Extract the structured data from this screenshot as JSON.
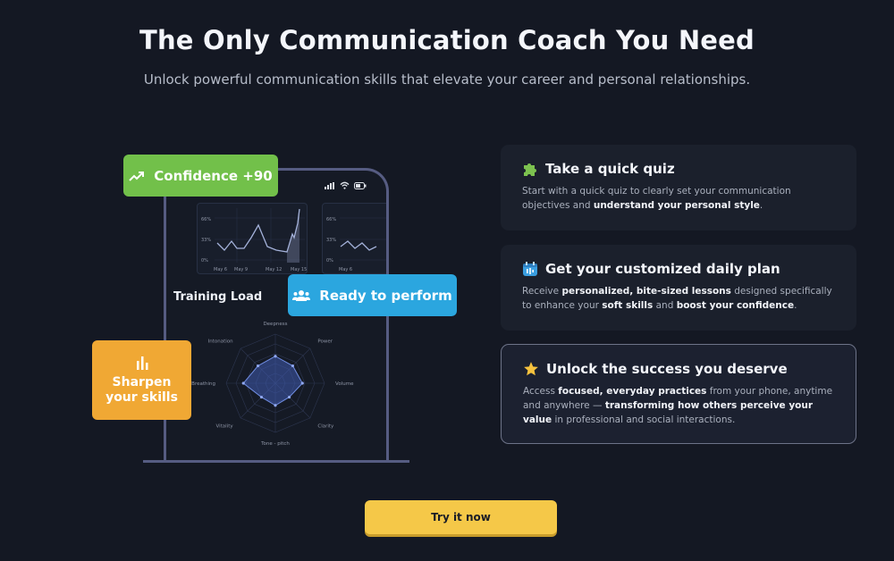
{
  "header": {
    "title": "The Only Communication Coach You Need",
    "subtitle": "Unlock powerful communication skills that elevate your career and personal relationships."
  },
  "phone": {
    "chart1": {
      "y_ticks": [
        "66%",
        "33%",
        "0%"
      ],
      "x_ticks": [
        "May 6",
        "May 9",
        "May 12",
        "May 15"
      ]
    },
    "chart2": {
      "y_ticks": [
        "66%",
        "33%",
        "0%"
      ],
      "x_ticks": [
        "May 6"
      ]
    },
    "training_load_label": "Training Load",
    "radar_labels": [
      "Deepness",
      "Power",
      "Volume",
      "Clarity",
      "Tone - pitch",
      "Vitality",
      "Breathing",
      "Intonation"
    ],
    "radar_values": [
      0.55,
      0.5,
      0.55,
      0.4,
      0.45,
      0.4,
      0.65,
      0.5
    ]
  },
  "badges": {
    "confidence": {
      "label": "Confidence +90",
      "icon": "trend-up-icon",
      "color": "#72c04a"
    },
    "ready": {
      "label": "Ready to perform",
      "icon": "users-icon",
      "color": "#2ba6df"
    },
    "sharpen": {
      "label": "Sharpen\nyour skills",
      "icon": "bars-icon",
      "color": "#f0a834"
    }
  },
  "features": [
    {
      "icon": "puzzle-icon",
      "title": "Take a quick quiz",
      "body_parts": [
        {
          "t": "Start with a quick quiz to clearly set your communication objectives and ",
          "b": false
        },
        {
          "t": "understand your personal style",
          "b": true
        },
        {
          "t": ".",
          "b": false
        }
      ]
    },
    {
      "icon": "calendar-icon",
      "title": "Get your customized daily plan",
      "body_parts": [
        {
          "t": "Receive ",
          "b": false
        },
        {
          "t": "personalized, bite-sized lessons",
          "b": true
        },
        {
          "t": " designed specifically to enhance your ",
          "b": false
        },
        {
          "t": "soft skills",
          "b": true
        },
        {
          "t": " and ",
          "b": false
        },
        {
          "t": "boost your confidence",
          "b": true
        },
        {
          "t": ".",
          "b": false
        }
      ]
    },
    {
      "icon": "star-icon",
      "title": "Unlock the success you deserve",
      "body_parts": [
        {
          "t": "Access ",
          "b": false
        },
        {
          "t": "focused, everyday practices",
          "b": true
        },
        {
          "t": " from your phone, anytime and anywhere — ",
          "b": false
        },
        {
          "t": "transforming how others perceive your value",
          "b": true
        },
        {
          "t": " in professional and social interactions.",
          "b": false
        }
      ]
    }
  ],
  "cta": {
    "label": "Try it now",
    "color": "#f5c848"
  }
}
